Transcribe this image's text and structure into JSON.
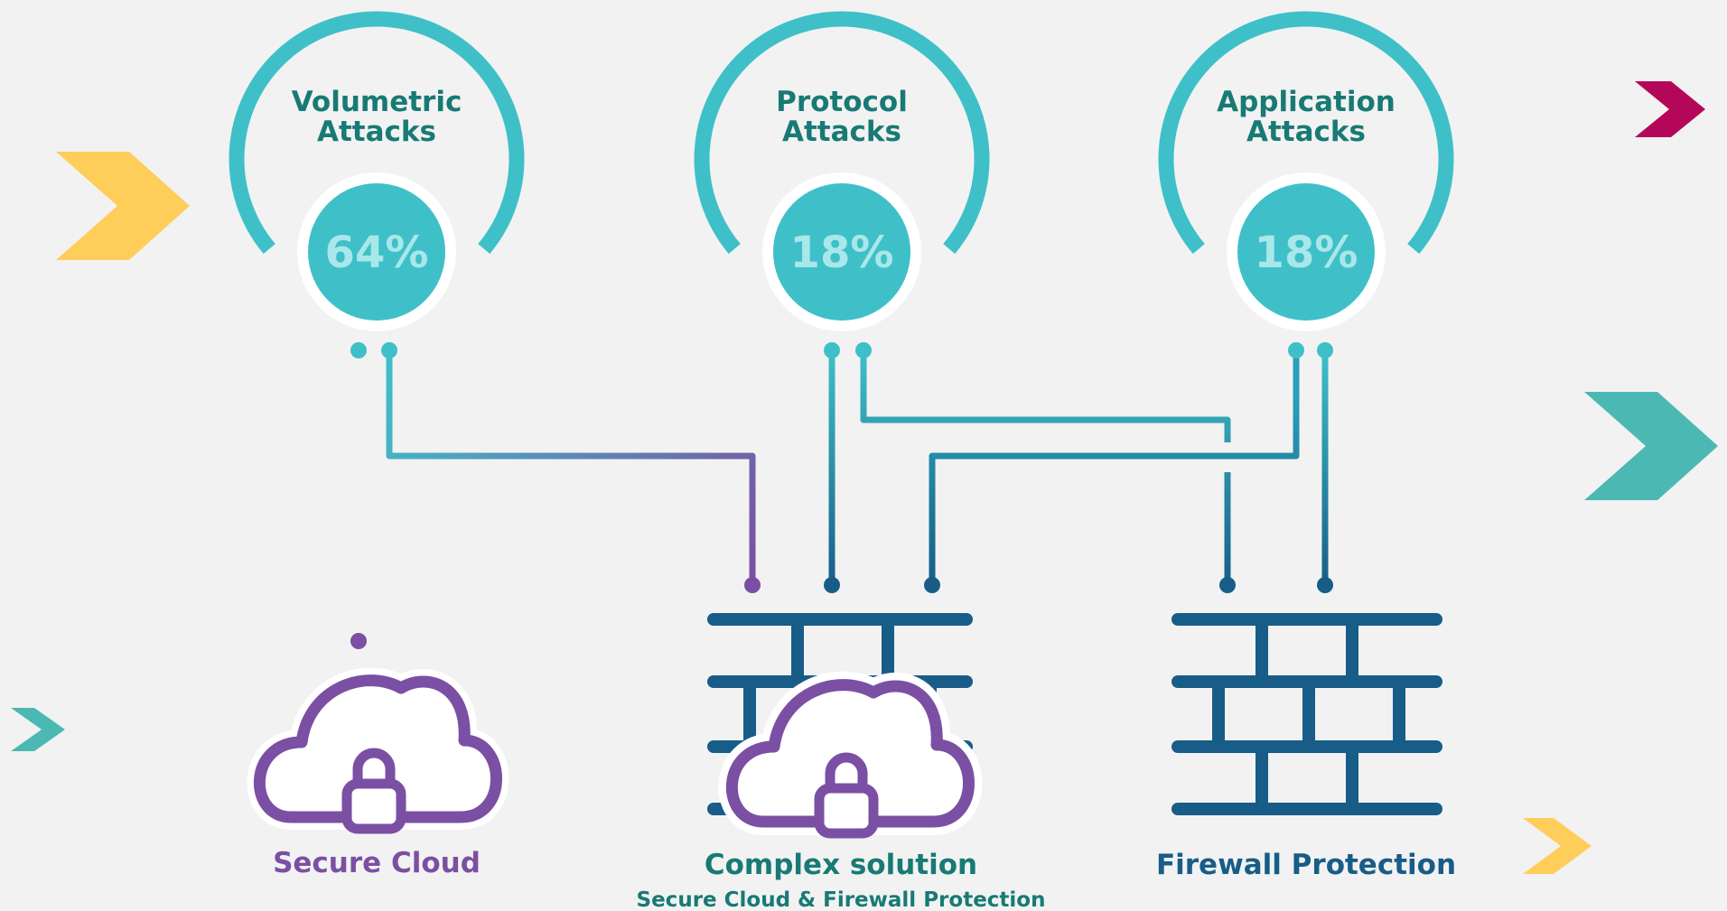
{
  "attacks": [
    {
      "title_line1": "Volumetric",
      "title_line2": "Attacks",
      "percent": "64%"
    },
    {
      "title_line1": "Protocol",
      "title_line2": "Attacks",
      "percent": "18%"
    },
    {
      "title_line1": "Application",
      "title_line2": "Attacks",
      "percent": "18%"
    }
  ],
  "solutions": {
    "secure_cloud": {
      "label": "Secure Cloud"
    },
    "complex": {
      "label": "Complex solution",
      "sublabel": "Secure Cloud & Firewall Protection"
    },
    "firewall": {
      "label": "Firewall Protection"
    }
  },
  "colors": {
    "ring": "#3fc0c8",
    "badge": "#3fc0c8",
    "badge_text": "#a9e7ea",
    "title_teal": "#187a74",
    "cloud_purple": "#7b4fa3",
    "firewall_blue": "#175d88",
    "arrow_yellow": "#ffcd5a",
    "arrow_teal": "#4bb8b4",
    "arrow_magenta": "#b5075a"
  },
  "icons": [
    "chevron-arrow-icon",
    "cloud-lock-icon",
    "firewall-brick-icon"
  ]
}
